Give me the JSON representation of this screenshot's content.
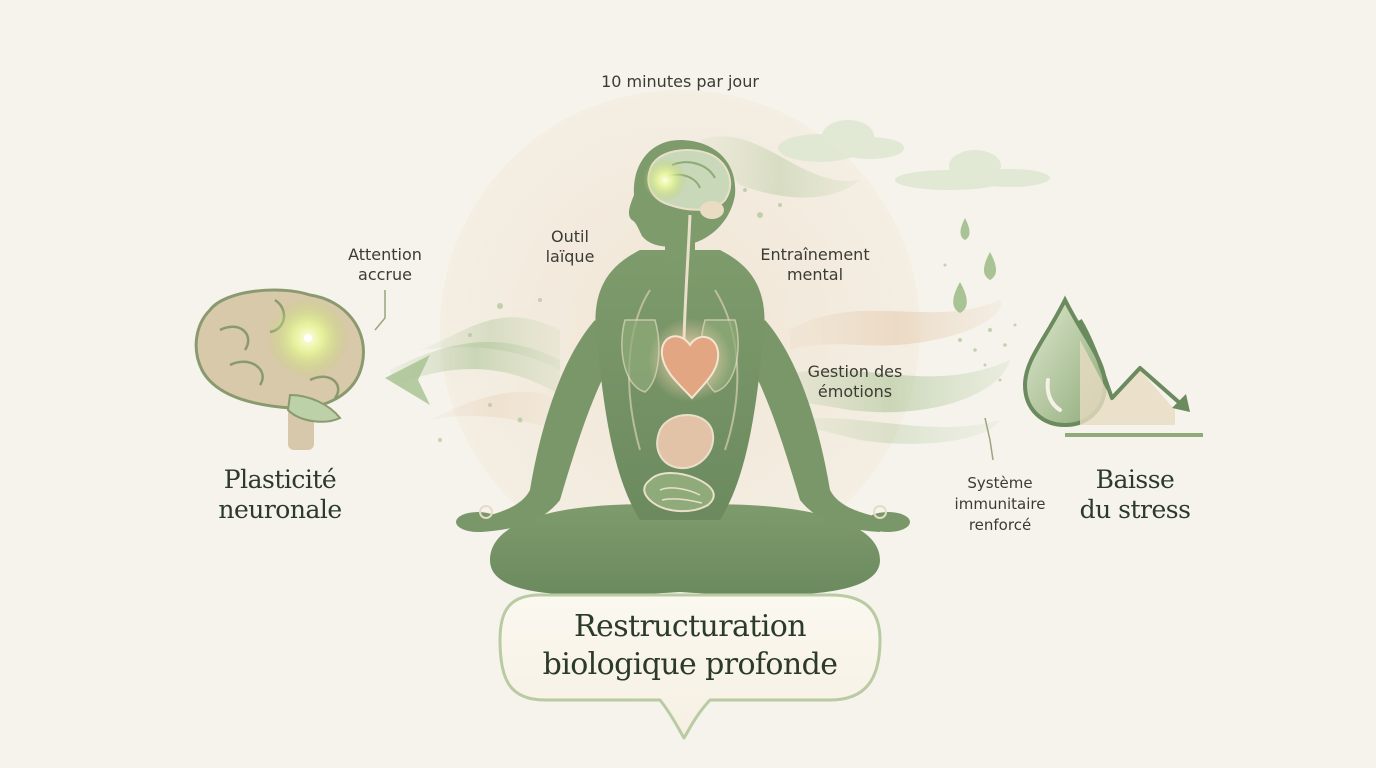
{
  "top_label": "10 minutes par jour",
  "left": {
    "attention": [
      "Attention",
      "accrue"
    ],
    "outcome": [
      "Plasticité",
      "neuronale"
    ]
  },
  "center": {
    "outil": [
      "Outil",
      "laïque"
    ],
    "entrainement": [
      "Entraînement",
      "mental"
    ],
    "emotions": [
      "Gestion des",
      "émotions"
    ],
    "title": [
      "Restructuration",
      "biologique profonde"
    ]
  },
  "right": {
    "immunitaire": [
      "Système",
      "immunitaire",
      "renforcé"
    ],
    "outcome": [
      "Baisse",
      "du stress"
    ]
  },
  "colors": {
    "background": "#f5f3ec",
    "sage_dark": "#6b8a5e",
    "sage_light": "#c9d8b8",
    "peach": "#eedfcc",
    "glow": "#e7f59a",
    "text": "#2c3a2a"
  },
  "icons": [
    "brain-icon",
    "meditating-figure-icon",
    "heart-icon",
    "water-drop-icon",
    "downtrend-arrow-icon",
    "cloud-icon"
  ]
}
